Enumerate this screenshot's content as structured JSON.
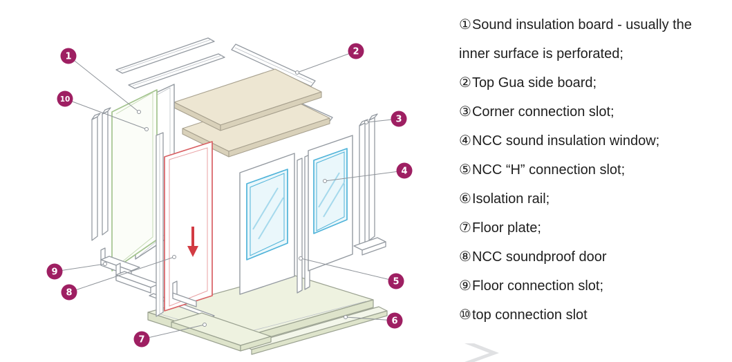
{
  "page": {
    "background": "#ffffff"
  },
  "legend": {
    "items": [
      {
        "bullet": "①",
        "text": "Sound insulation board - usually the inner surface is perforated;"
      },
      {
        "bullet": "②",
        "text": "Top Gua side board;"
      },
      {
        "bullet": "③",
        "text": "Corner connection slot;"
      },
      {
        "bullet": "④",
        "text": "NCC sound insulation window;"
      },
      {
        "bullet": "⑤",
        "text": "NCC “H” connection slot;"
      },
      {
        "bullet": "⑥",
        "text": "Isolation rail;"
      },
      {
        "bullet": "⑦",
        "text": "Floor plate;"
      },
      {
        "bullet": "⑧",
        "text": "NCC soundproof door"
      },
      {
        "bullet": "⑨",
        "text": "Floor connection slot;"
      },
      {
        "bullet": "⑩",
        "text": "top connection slot"
      }
    ]
  },
  "diagram": {
    "badges": [
      {
        "label": "1"
      },
      {
        "label": "2"
      },
      {
        "label": "3"
      },
      {
        "label": "4"
      },
      {
        "label": "5"
      },
      {
        "label": "6"
      },
      {
        "label": "7"
      },
      {
        "label": "8"
      },
      {
        "label": "9"
      },
      {
        "label": "10"
      }
    ],
    "colors": {
      "badge_fill": "#9e1f62",
      "line_gray": "#9399a0",
      "panel_green": "#a3c48e",
      "roof_beige": "#ede6d2",
      "window_blue": "#4fb3d9",
      "door_red": "#d95f63"
    }
  }
}
